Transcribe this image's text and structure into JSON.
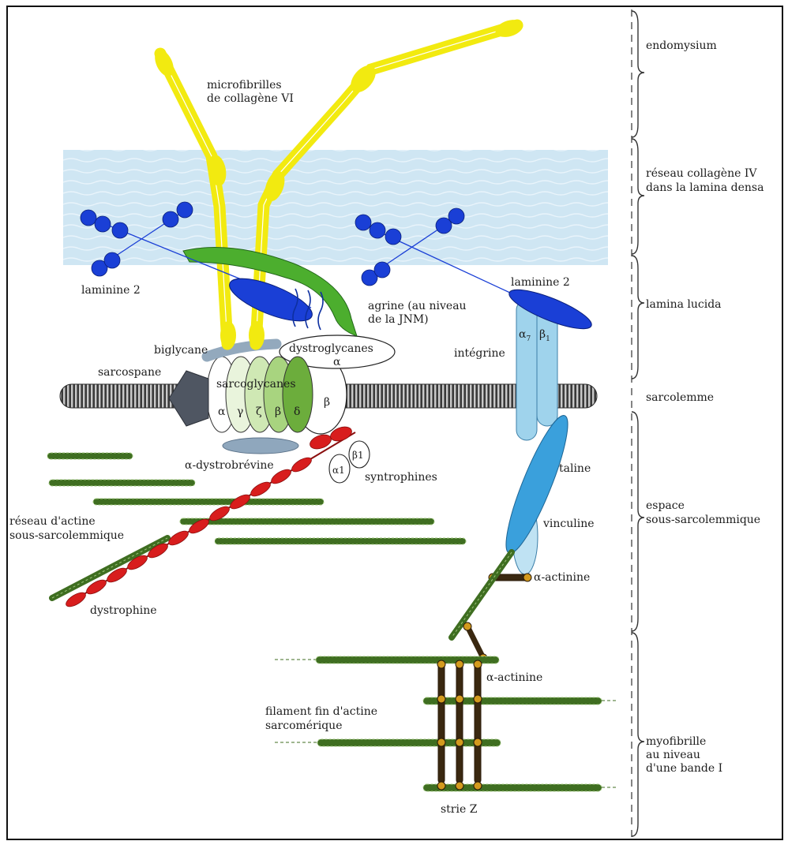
{
  "labels": {
    "collagen_vi": [
      "microfibrilles",
      "de collagène VI"
    ],
    "laminin_left": "laminine 2",
    "laminin_right": "laminine 2",
    "agrin": [
      "agrine (au niveau",
      "de la JNM)"
    ],
    "biglycan": "biglycane",
    "dystroglycans": "dystroglycanes",
    "alpha": "α",
    "beta": "β",
    "sarcospan": "sarcospane",
    "sarcoglycans": "sarcoglycanes",
    "sg_alpha": "α",
    "sg_gamma": "γ",
    "sg_zeta": "ζ",
    "sg_beta": "β",
    "sg_delta": "δ",
    "integrin": "intégrine",
    "integrin_alpha": "α",
    "integrin_alpha_sub": "7",
    "integrin_beta": "β",
    "integrin_beta_sub": "1",
    "dystrobrevin": "α-dystrobrévine",
    "synt_beta": "β1",
    "synt_alpha": "α1",
    "syntrophins": "syntrophines",
    "actin_network": [
      "réseau d'actine",
      "sous-sarcolemmique"
    ],
    "dystrophin": "dystrophine",
    "talin": "taline",
    "vinculin": "vinculine",
    "actinin_1": "α-actinine",
    "actinin_2": "α-actinine",
    "thin_filament": [
      "filament fin d'actine",
      "sarcomérique"
    ],
    "z_line": "strie Z"
  },
  "zones": {
    "endomysium": [
      "endomysium"
    ],
    "collagen_iv": [
      "réseau collagène IV",
      "dans la lamina densa"
    ],
    "lamina_lucida": [
      "lamina lucida"
    ],
    "sarcolemma": [
      "sarcolemme"
    ],
    "subsarcolemmal": [
      "espace",
      "sous-sarcolemmique"
    ],
    "myofibril": [
      "myofibrille",
      "au niveau",
      "d'une bande I"
    ]
  },
  "colors": {
    "collagen_vi": "#f2ea10",
    "lamina_densa": "#cfe6f3",
    "laminin": "#1a3fd6",
    "agrin": "#4cae2e",
    "dystroglycan_alpha": "#1f3fc0",
    "sarcolemma": "#555555",
    "sarcospan": "#4f5662",
    "integrin": "#9fd3ec",
    "talin": "#3aa0dc",
    "vinculin": "#bfe2f3",
    "dystrophin": "#d81d1d",
    "actin": "#3f6e21",
    "actinin": "#d39a1e"
  }
}
